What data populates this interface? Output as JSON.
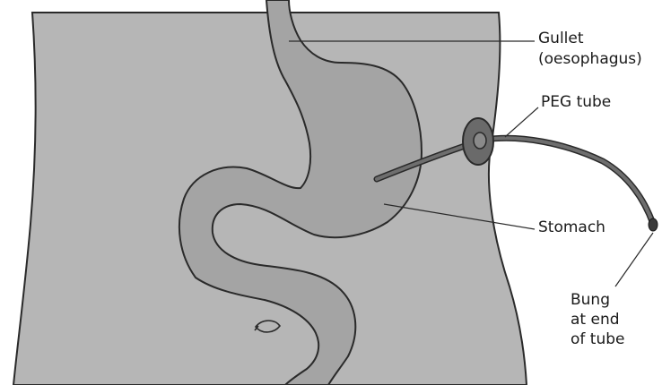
{
  "labels": {
    "gullet": "Gullet",
    "oesophagus": "(oesophagus)",
    "peg_tube": "PEG tube",
    "stomach": "Stomach",
    "bung_line1": "Bung",
    "bung_line2": "at end",
    "bung_line3": "of tube"
  },
  "colors": {
    "background": "#ffffff",
    "body": "#b6b6b6",
    "organ": "#a4a4a4",
    "outline": "#2a2a2a",
    "tube": "#6e6e6e",
    "stoma_disc": "#6a6a6a"
  }
}
